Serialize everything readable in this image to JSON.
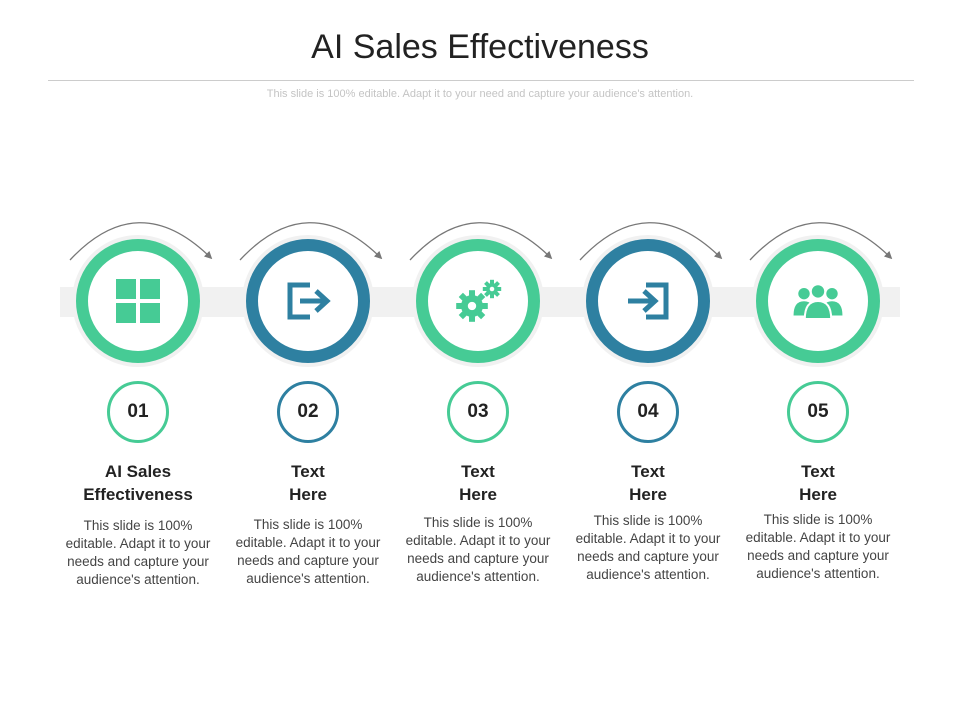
{
  "title": "AI Sales Effectiveness",
  "subtitle": "This slide is 100% editable. Adapt it to your need and capture your audience's attention.",
  "colors": {
    "green": "#46cb95",
    "blue": "#2e80a1",
    "arrow": "#777777",
    "band": "#f1f1f1"
  },
  "steps": [
    {
      "number": "01",
      "heading": "AI Sales\nEffectiveness",
      "description": "This slide is 100% editable. Adapt it to your needs and capture your audience's attention.",
      "icon": "grid-icon",
      "color": "green"
    },
    {
      "number": "02",
      "heading": "Text\nHere",
      "description": "This slide is 100% editable. Adapt it to your needs and capture your audience's attention.",
      "icon": "export-icon",
      "color": "blue"
    },
    {
      "number": "03",
      "heading": "Text\nHere",
      "description": "This slide is 100% editable. Adapt it to your needs and capture your audience's attention.",
      "icon": "gears-icon",
      "color": "green"
    },
    {
      "number": "04",
      "heading": "Text\nHere",
      "description": "This slide is 100% editable. Adapt it to your needs and capture your audience's attention.",
      "icon": "import-icon",
      "color": "blue"
    },
    {
      "number": "05",
      "heading": "Text\nHere",
      "description": "This slide is 100% editable. Adapt it to your needs and capture your audience's attention.",
      "icon": "team-icon",
      "color": "green"
    }
  ]
}
